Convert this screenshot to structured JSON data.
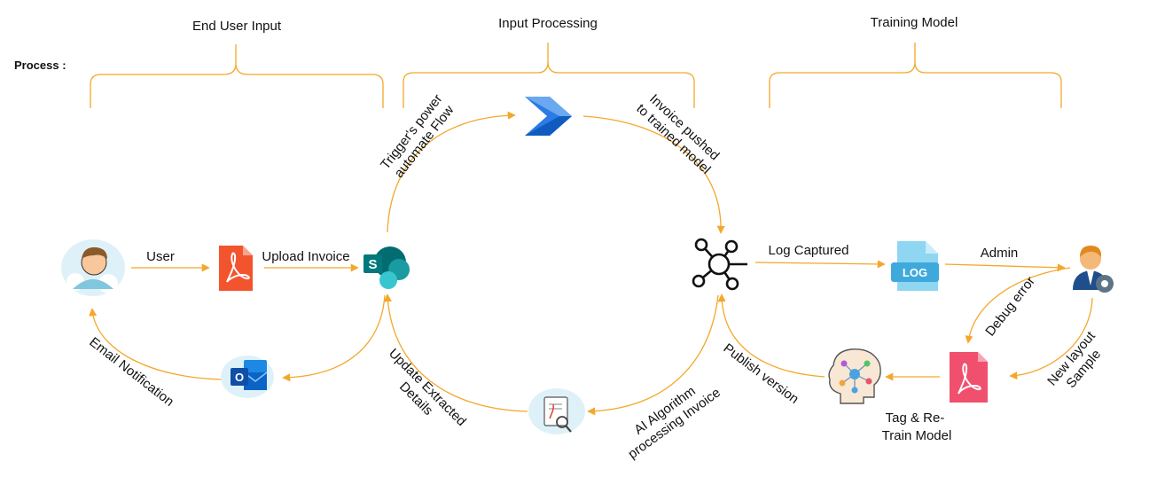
{
  "process_label": "Process :",
  "sections": {
    "end_user_input": "End User Input",
    "input_processing": "Input Processing",
    "training_model": "Training Model"
  },
  "icons": {
    "user": "user-avatar-icon",
    "invoice_pdf": "pdf-document-icon",
    "sharepoint": "sharepoint-icon",
    "power_automate": "power-automate-icon",
    "hub": "network-hub-icon",
    "log": "log-file-icon",
    "admin": "admin-gear-icon",
    "outlook": "outlook-mail-icon",
    "ai_processing": "document-search-icon",
    "ai_brain": "ai-brain-icon",
    "sample_pdf": "pdf-sample-icon"
  },
  "labels": {
    "user": "User",
    "upload_invoice": "Upload Invoice",
    "trigger_line1": "Trigger's power",
    "trigger_line2": "automate Flow",
    "pushed_line1": "Invoice pushed",
    "pushed_line2": "to trained model",
    "log_captured": "Log Captured",
    "admin": "Admin",
    "debug_error": "Debug error",
    "new_layout_line1": "New layout",
    "new_layout_line2": "Sample",
    "tag_line1": "Tag & Re-",
    "tag_line2": "Train Model",
    "publish_version": "Publish version",
    "ai_line1": "AI Algorithm",
    "ai_line2": "processing Invoice",
    "update_line1": "Update Extracted",
    "update_line2": "Details",
    "email_notification": "Email Notification"
  },
  "colors": {
    "flow": "#f4a72a",
    "pdf_orange": "#f2542d",
    "pdf_pink": "#f0506e",
    "sharepoint": "#038387",
    "power_automate": "#2c7be5",
    "log": "#5fc4ea",
    "outlook": "#0a64c8"
  }
}
